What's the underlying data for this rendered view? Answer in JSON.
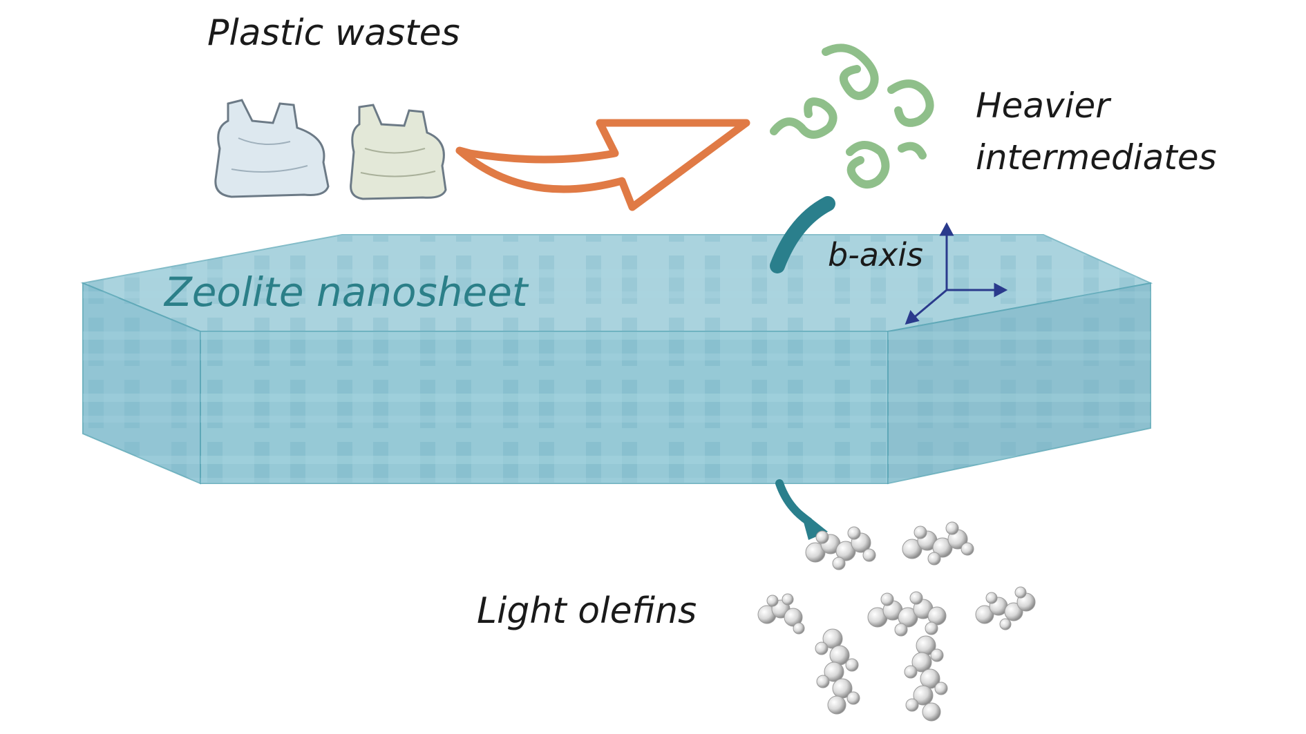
{
  "labels": {
    "plastic_wastes": "Plastic wastes",
    "heavier_line1": "Heavier",
    "heavier_line2": "intermediates",
    "b_axis": "b-axis",
    "zeolite": "Zeolite nanosheet",
    "light_olefins": "Light olefins"
  },
  "colors": {
    "zeolite_fill": "#8ec5d4",
    "zeolite_stroke": "#5aa6b6",
    "orange_arrow": "#e07a45",
    "green_intermediates": "#8fbf8a",
    "teal_arrow": "#2a7f8c",
    "axis_blue": "#2a3a8c",
    "molecule_gray": "#cfcfcf"
  },
  "icons": {
    "bag_1": "plastic-bag-icon",
    "bag_2": "plastic-bag-icon",
    "molecules": "olefin-molecule-icon"
  }
}
